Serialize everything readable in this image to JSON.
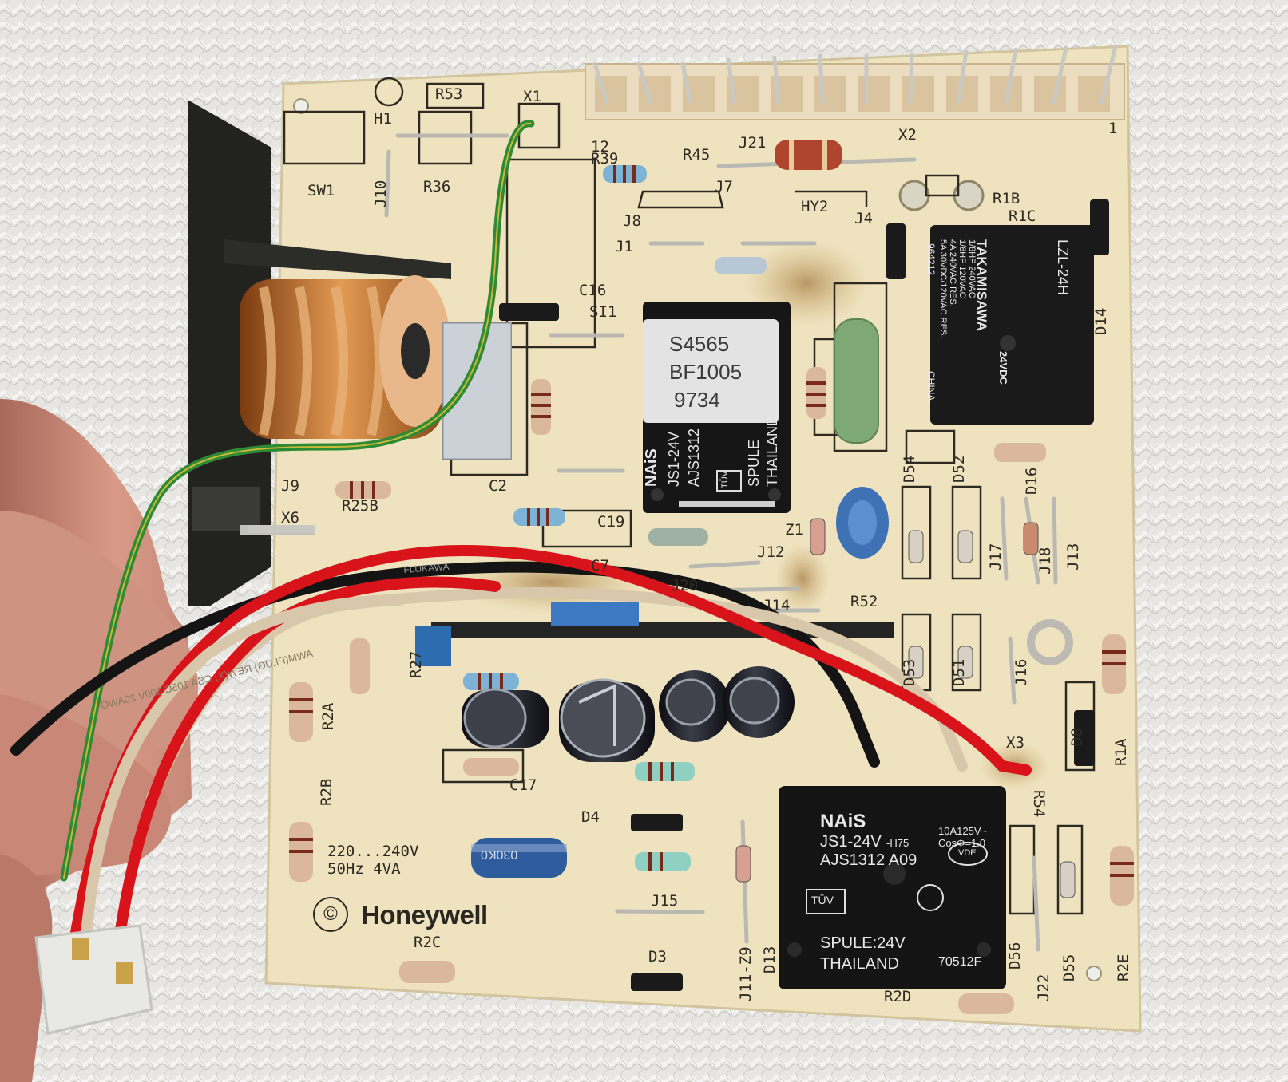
{
  "board": {
    "brand": "Honeywell",
    "copyright_mark": "©",
    "power_rating_line1": "220...240V",
    "power_rating_line2": "50Hz 4VA",
    "connector_pin_first": "12",
    "connector_pin_last": "1",
    "sticker_lines": [
      "S4565",
      "BF1005",
      "9734"
    ],
    "labels_horizontal": [
      "R53",
      "H1",
      "X1",
      "SW1",
      "R36",
      "R39",
      "R45",
      "J21",
      "X2",
      "J7",
      "J8",
      "HY2",
      "J4",
      "R1B",
      "R1C",
      "J1",
      "C16",
      "SI1",
      "C2",
      "J9",
      "R25B",
      "X6",
      "C19",
      "J12",
      "Z1",
      "R52",
      "J20",
      "J14",
      "C7",
      "C17",
      "D4",
      "J15",
      "R2C",
      "D3",
      "R2D",
      "X3",
      "R54"
    ],
    "labels_vertical": [
      "J10",
      "D14",
      "D54",
      "D52",
      "D16",
      "J17",
      "J18",
      "J13",
      "J16",
      "D53",
      "D51",
      "D8",
      "R1A",
      "R2A",
      "R2B",
      "J11-Z9",
      "D13",
      "D56",
      "J22",
      "D55",
      "R2E",
      "R27"
    ]
  },
  "relay_top": {
    "brand": "NAiS",
    "model": "JS1-24V",
    "part": "AJS1312",
    "spule": "SPULE",
    "origin": "THAILAND",
    "approval": "TÜV"
  },
  "relay_bottom": {
    "brand": "NAiS",
    "model": "JS1-24V",
    "suffix": "-H75",
    "rating_line1": "10A125V~",
    "rating_line2": "CosΦ=1.0",
    "part": "AJS1312 A09",
    "approval_vde": "VDE",
    "approval_tuv": "TÜV",
    "spule": "SPULE:24V",
    "origin": "THAILAND",
    "lot": "70512F"
  },
  "relay_right": {
    "brand": "TAKAMISAWA",
    "model": "LZL-24H",
    "coil": "24VDC",
    "rating_lines": [
      "1/8HP 240VAC",
      "1/8HP 120VAC",
      "4A 240VAC RES.",
      "5A 30VDC/120VAC RES."
    ],
    "lot": "964212",
    "origin": "CHINA"
  },
  "wires": {
    "print_black": "FLUKAWA",
    "print_beige": "AWM(PLUG) REW(X) CSA 105C 300V 20AWG"
  },
  "capacitors": {
    "blue_axial": "030K0"
  },
  "colors": {
    "board": "#efe3bf",
    "silkscreen": "#2e2a22",
    "relay_body": "#161616",
    "wire_red": "#d8141a",
    "wire_green": "#2e8a35",
    "wire_black": "#141414",
    "wire_beige": "#d9c7ab",
    "copper": "#c9742a",
    "fabric": "#e6e5e1"
  }
}
